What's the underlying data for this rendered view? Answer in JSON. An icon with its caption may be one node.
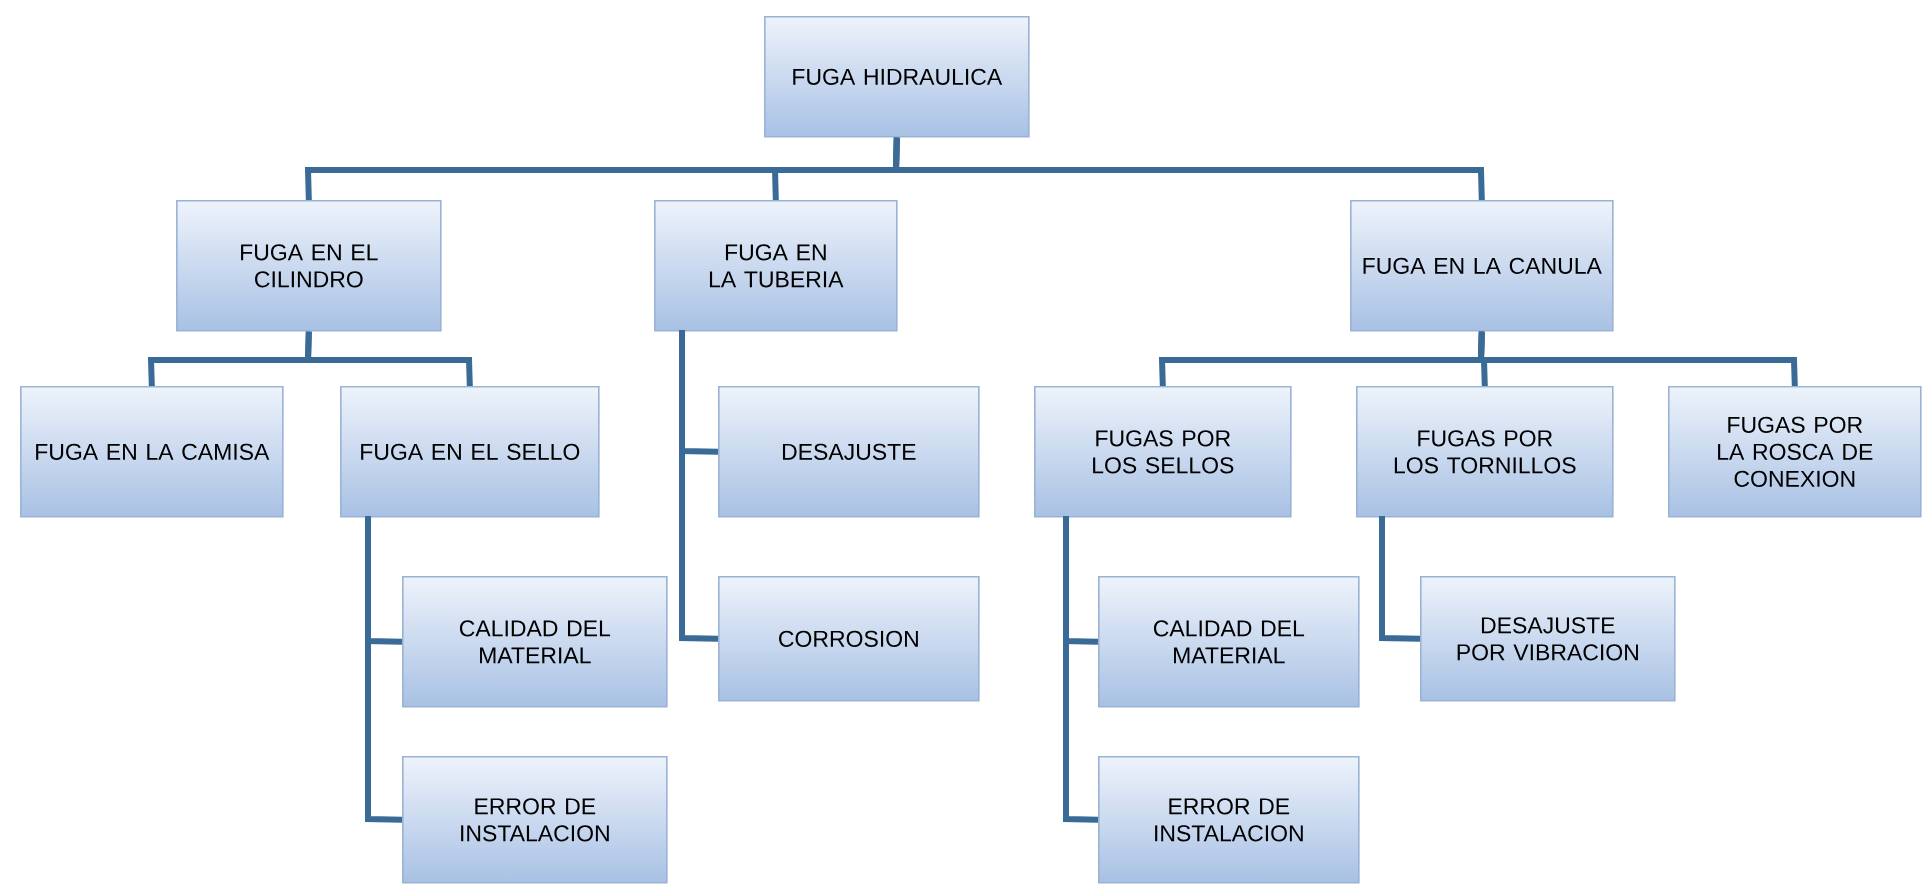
{
  "diagram": {
    "nodes": [
      {
        "text": [
          "FUGA HIDRAULICA"
        ]
      },
      {
        "text": [
          "FUGA EN EL CILINDRO"
        ]
      },
      {
        "text": [
          "FUGA EN LA TUBERIA"
        ]
      },
      {
        "text": [
          "FUGA EN LA CANULA"
        ]
      },
      {
        "text": [
          "FUGA EN LA CAMISA"
        ]
      },
      {
        "text": [
          "FUGA EN EL SELLO"
        ]
      },
      {
        "text": [
          "CALIDAD DEL MATERIAL"
        ]
      },
      {
        "text": [
          "ERROR DE INSTALACION"
        ]
      },
      {
        "text": [
          "DESAJUSTE"
        ]
      },
      {
        "text": [
          "CORROSION"
        ]
      },
      {
        "text": [
          "FUGAS POR LOS SELLOS"
        ]
      },
      {
        "text": [
          "FUGAS POR LOS TORNILLOS"
        ]
      },
      {
        "text": [
          "FUGAS POR LA ROSCA DE CONEXION"
        ]
      },
      {
        "text": [
          "CALIDAD DEL MATERIAL"
        ]
      },
      {
        "text": [
          "ERROR DE INSTALACION"
        ]
      },
      {
        "text": [
          "DESAJUSTE POR VIBRACION"
        ]
      }
    ],
    "edges": [
      {
        "from": 0,
        "to": 1,
        "arrow": "none"
      },
      {
        "from": 0,
        "to": 2,
        "arrow": "none"
      },
      {
        "from": 0,
        "to": 3,
        "arrow": "none"
      },
      {
        "from": 1,
        "to": 4,
        "arrow": "none"
      },
      {
        "from": 1,
        "to": 5,
        "arrow": "none"
      },
      {
        "from": 5,
        "to": 6,
        "arrow": "none"
      },
      {
        "from": 5,
        "to": 7,
        "arrow": "none"
      },
      {
        "from": 2,
        "to": 8,
        "arrow": "none"
      },
      {
        "from": 2,
        "to": 9,
        "arrow": "none"
      },
      {
        "from": 3,
        "to": 10,
        "arrow": "none"
      },
      {
        "from": 3,
        "to": 11,
        "arrow": "none"
      },
      {
        "from": 3,
        "to": 12,
        "arrow": "none"
      },
      {
        "from": 10,
        "to": 13,
        "arrow": "none"
      },
      {
        "from": 10,
        "to": 14,
        "arrow": "none"
      },
      {
        "from": 11,
        "to": 15,
        "arrow": "none"
      }
    ]
  }
}
